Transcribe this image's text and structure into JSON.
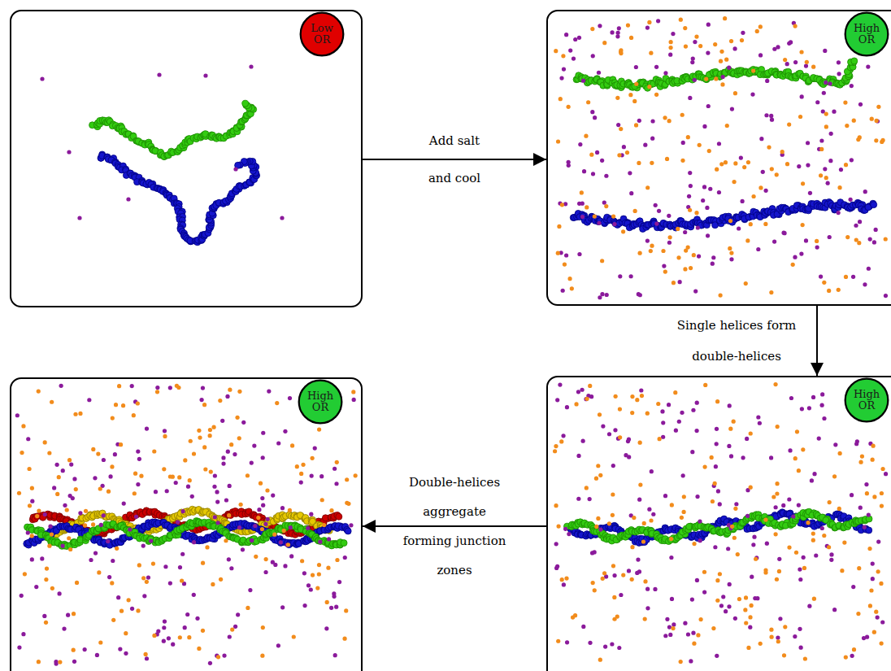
{
  "diagram": {
    "nodes": [
      {
        "text": []
      },
      {
        "text": [
          "Low OR"
        ],
        "in": 0
      },
      {
        "text": []
      },
      {
        "text": [
          "High OR"
        ],
        "in": 2
      },
      {
        "text": []
      },
      {
        "text": [
          "High OR"
        ],
        "in": 4
      },
      {
        "text": []
      },
      {
        "text": [
          "High OR"
        ],
        "in": 6
      }
    ],
    "edges": [
      {
        "from": 0,
        "to": 2,
        "arrow": "to",
        "label": "Add salt and cool"
      },
      {
        "from": 2,
        "to": 6,
        "arrow": "to",
        "label": "Single helices form double-helices"
      },
      {
        "from": 6,
        "to": 4,
        "arrow": "to",
        "label": "Double-helices aggregate forming junction zones"
      }
    ]
  }
}
